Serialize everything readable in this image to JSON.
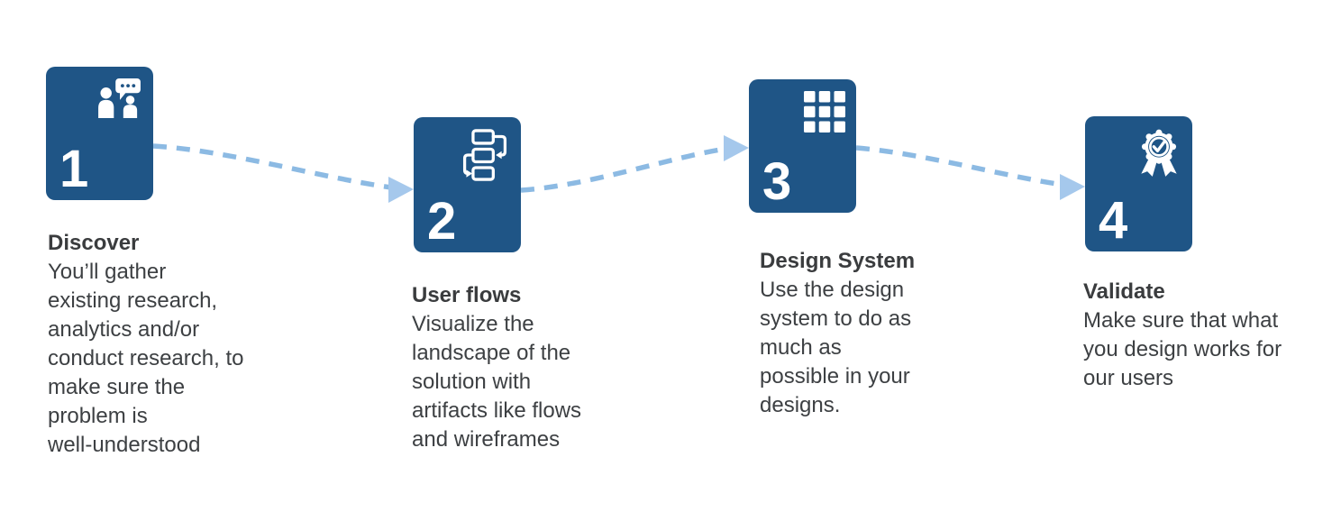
{
  "diagram": {
    "name": "design-process-steps",
    "colors": {
      "card_blue": "#1F5586",
      "connector_dash": "#8CBAE3",
      "arrowhead": "#A5C8EC",
      "text_gray": "#3D4043",
      "background": "#FFFFFF"
    },
    "steps": [
      {
        "number": "1",
        "icon": "people-conversation-icon",
        "title": "Discover",
        "description": "You’ll gather\nexisting research,\nanalytics and/or\nconduct research, to\nmake sure the\nproblem is\nwell-understood"
      },
      {
        "number": "2",
        "icon": "flowchart-icon",
        "title": "User flows",
        "description": "Visualize the\nlandscape of the\nsolution with\nartifacts like flows\nand wireframes"
      },
      {
        "number": "3",
        "icon": "grid-icon",
        "title": "Design System",
        "description": "Use the design\nsystem to do as\nmuch as\npossible in your\ndesigns."
      },
      {
        "number": "4",
        "icon": "award-ribbon-icon",
        "title": "Validate",
        "description": "Make sure that what\nyou design works for\nour users"
      }
    ]
  }
}
